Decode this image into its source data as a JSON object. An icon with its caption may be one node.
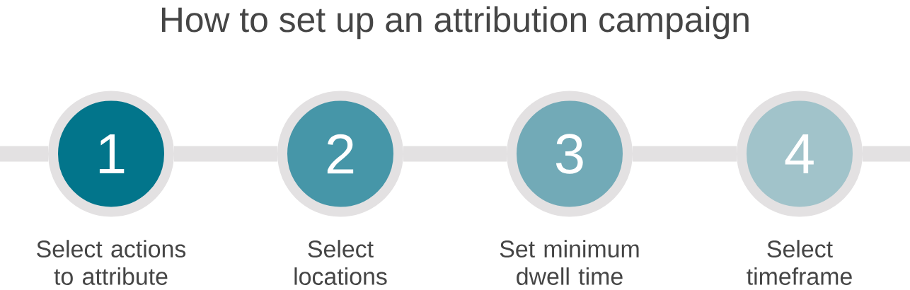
{
  "diagram": {
    "title": "How to set up an attribution campaign",
    "nodes": [
      {
        "text": [
          "1"
        ],
        "beside": [
          "Select actions to attribute"
        ]
      },
      {
        "text": [
          "2"
        ],
        "beside": [
          "Select locations"
        ]
      },
      {
        "text": [
          "3"
        ],
        "beside": [
          "Set minimum dwell time"
        ]
      },
      {
        "text": [
          "4"
        ],
        "beside": [
          "Select timeframe"
        ]
      }
    ],
    "edges": [
      {
        "from": null,
        "to": 0,
        "arrow": "none"
      },
      {
        "from": 0,
        "to": 1,
        "arrow": "none"
      },
      {
        "from": 1,
        "to": 2,
        "arrow": "none"
      },
      {
        "from": 2,
        "to": 3,
        "arrow": "none"
      },
      {
        "from": 3,
        "to": null,
        "arrow": "none"
      }
    ]
  }
}
